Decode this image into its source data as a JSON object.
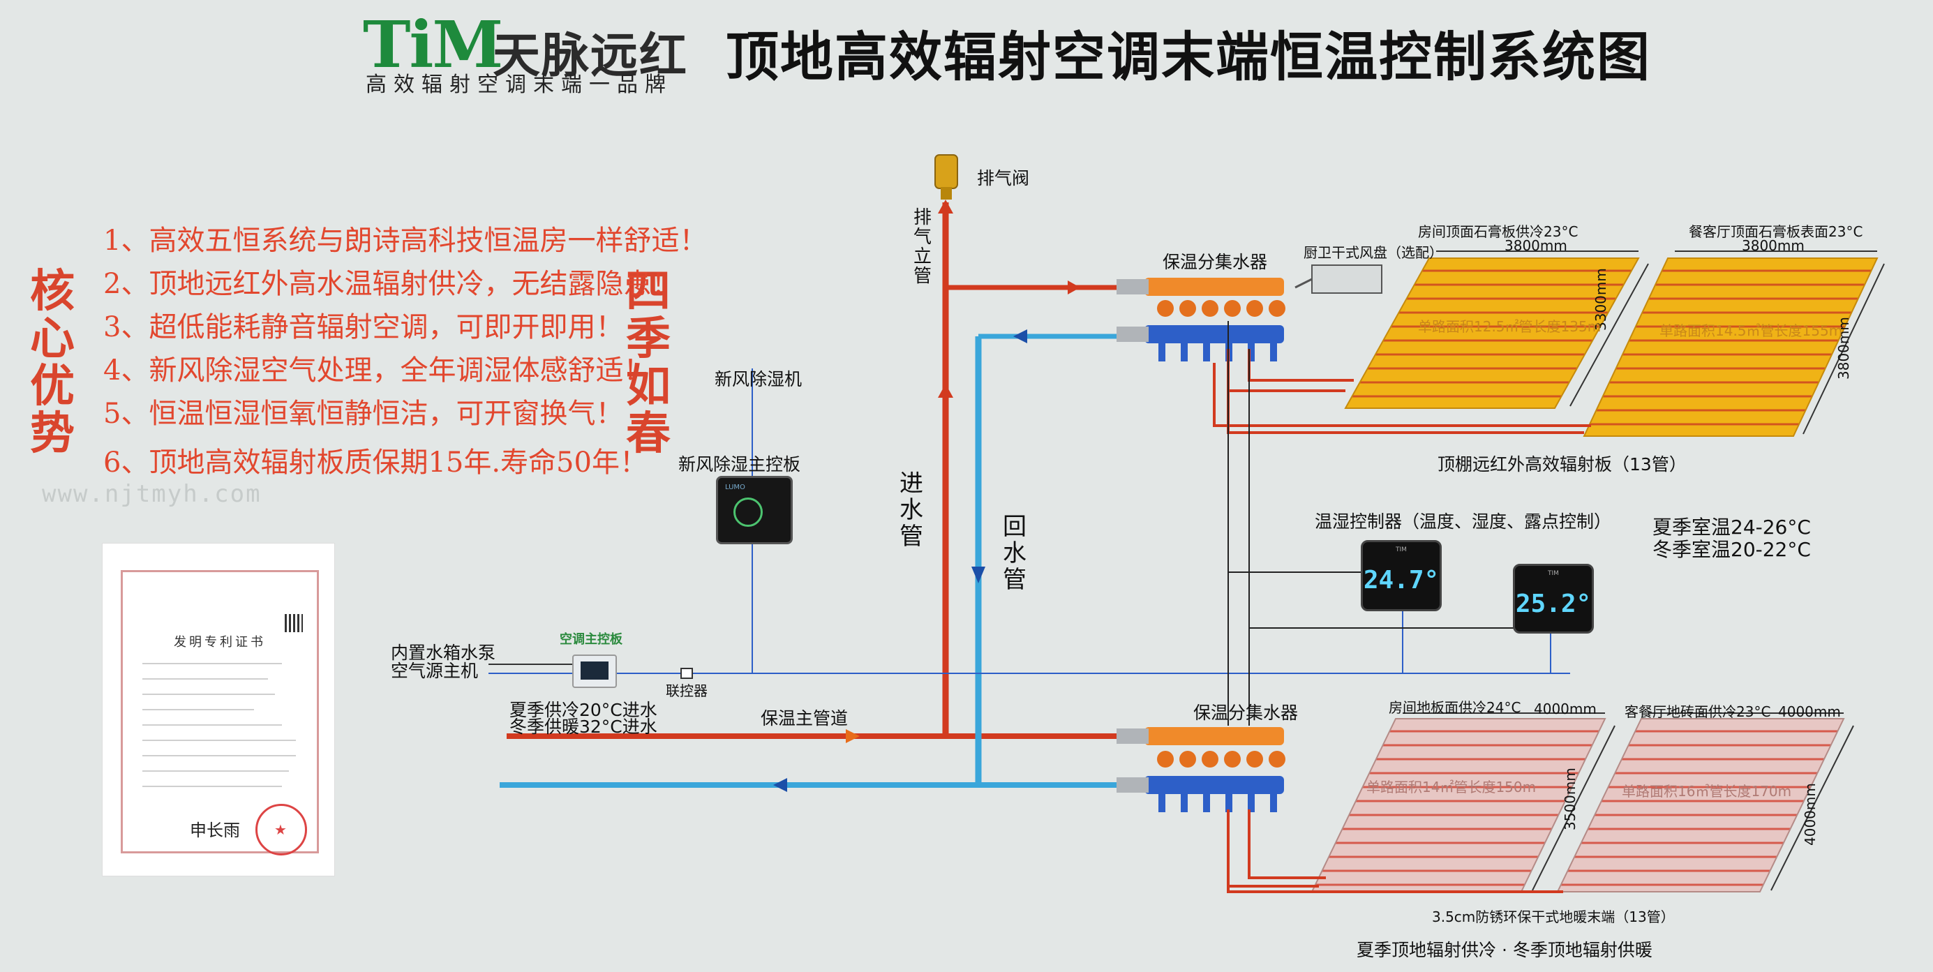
{
  "header": {
    "logo_mark": "TiM",
    "logo_name": "天脉远红",
    "slogan": "高效辐射空调末端一品牌",
    "title": "顶地高效辐射空调末端恒温控制系统图"
  },
  "side_left_vertical": "核心优势",
  "side_right_vertical": "四季如春",
  "advantages": [
    "1、高效五恒系统与朗诗高科技恒温房一样舒适！",
    "2、顶地远红外高水温辐射供冷，无结露隐患！",
    "3、超低能耗静音辐射空调，可即开即用！",
    "4、新风除湿空气处理，全年调湿体感舒适！",
    "5、恒温恒湿恒氧恒静恒洁，可开窗换气！",
    "6、顶地高效辐射板质保期15年.寿命50年！"
  ],
  "website": "www.njtmyh.com",
  "certificate": {
    "title": "发明专利证书",
    "signature": "申长雨"
  },
  "labels": {
    "exhaust_valve": "排气阀",
    "exhaust_riser": "排气立管",
    "supply_pipe": "进水管",
    "return_pipe": "回水管",
    "fresh_air_dehumidifier": "新风除湿机",
    "dehumidifier_panel": "新风除湿主控板",
    "dehumidifier_brand": "LUMO",
    "ac_master_panel": "空调主控板",
    "heat_pump_line1": "内置水箱水泵",
    "heat_pump_line2": "空气源主机",
    "linkage_controller": "联控器",
    "summer_supply": "夏季供冷20°C进水",
    "winter_supply": "冬季供暖32°C进水",
    "insulated_main": "保温主管道",
    "manifold_top": "保温分集水器",
    "manifold_bottom": "保温分集水器",
    "fan_coil": "厨卫干式风盘（选配）",
    "tstat_controller": "温湿控制器（温度、湿度、露点控制）",
    "tstat_brand": "TIM",
    "summer_room": "夏季室温24-26°C",
    "winter_room": "冬季室温20-22°C",
    "ceiling_caption": "顶棚远红外高效辐射板（13管）",
    "floor_caption": "3.5cm防锈环保干式地暖末端（13管）",
    "footer": "夏季顶地辐射供冷 · 冬季顶地辐射供暖"
  },
  "panels": [
    {
      "title": "房间顶面石膏板供冷23°C",
      "top_dim": "3800mm",
      "side_dim": "3300mm",
      "area": "单路面积12.5㎡管长度135m"
    },
    {
      "title": "餐客厅顶面石膏板表面23°C",
      "top_dim": "3800mm",
      "side_dim": "3800mm",
      "area": "单路面积14.5㎡管长度155m"
    },
    {
      "title": "房间地板面供冷24°C",
      "top_dim": "4000mm",
      "side_dim": "3500mm",
      "area": "单路面积14㎡管长度150m"
    },
    {
      "title": "客餐厅地砖面供冷23°C",
      "top_dim": "4000mm",
      "side_dim": "4000mm",
      "area": "单路面积16㎡管长度170m"
    }
  ],
  "thermostats": [
    {
      "reading": "24.7°"
    },
    {
      "reading": "25.2°"
    }
  ],
  "colors": {
    "accent_red": "#e2472e",
    "supply_red": "#d23a1f",
    "return_blue": "#3aa6da",
    "brand_green": "#1e8a3c",
    "ceiling_panel": "#f0b316",
    "floor_panel": "#e7c7c4"
  }
}
